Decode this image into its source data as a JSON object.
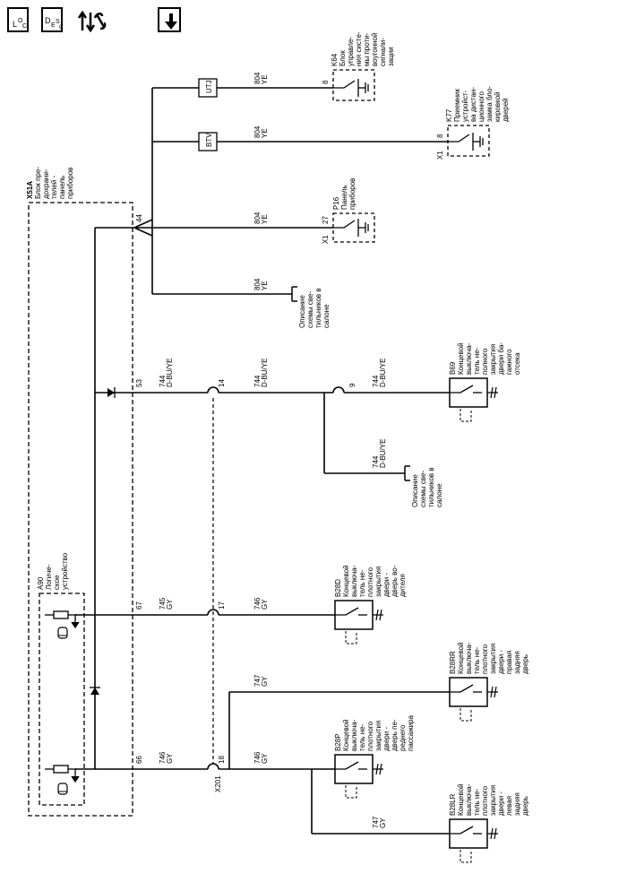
{
  "toolbar": {
    "loc": {
      "main": "L",
      "sub": "O",
      "sub2": "C",
      "icon": "location-icon"
    },
    "desc": {
      "main": "D",
      "sub": "E",
      "sub2": "S",
      "sub3": "C",
      "icon": "description-icon"
    },
    "tools_icon": "arrows-wrench-icon",
    "down_icon": "down-arrow-icon"
  },
  "modules": {
    "x51a": {
      "code": "X51A",
      "lines": [
        "Блок пре-",
        "дохрани-",
        "телей -",
        "панель",
        "приборов"
      ]
    },
    "a90": {
      "code": "A90",
      "lines": [
        "Логиче-",
        "ское",
        "устройство"
      ]
    }
  },
  "connector": {
    "x201": "X201"
  },
  "pins": {
    "p44": "44",
    "p53": "53",
    "p67": "67",
    "p66": "66",
    "p14": "14",
    "p17": "17",
    "p18": "18",
    "p9": "9",
    "k64_pin": "8",
    "k77_pin": "8",
    "k77_conn": "X1",
    "p16_pin": "27",
    "p16_conn": "X1"
  },
  "blocks": {
    "utj": "UTJ",
    "btv": "BTV"
  },
  "wires": {
    "w804": {
      "num": "804",
      "color": "YE"
    },
    "w744": {
      "num": "744",
      "color": "D-BU/YE"
    },
    "w745": {
      "num": "745",
      "color": "GY"
    },
    "w746": {
      "num": "746",
      "color": "GY"
    },
    "w747": {
      "num": "747",
      "color": "GY"
    }
  },
  "components": {
    "k64": {
      "code": "K64",
      "lines": [
        "Блок",
        "управле-",
        "ния систе-",
        "мы проти-",
        "воугонной",
        "сигнали-",
        "зации"
      ]
    },
    "k77": {
      "code": "K77",
      "lines": [
        "Приемник",
        "устройст-",
        "ва дистан-",
        "ционного",
        "замка бло-",
        "кировкой",
        "дверей"
      ]
    },
    "p16": {
      "code": "P16",
      "lines": [
        "Панель",
        "приборов"
      ]
    },
    "b69": {
      "code": "B69",
      "lines": [
        "Концевой",
        "выключа-",
        "тель не-",
        "полного",
        "закрытия",
        "двери ба-",
        "гажного",
        "отсека"
      ]
    },
    "b28d": {
      "code": "B28D",
      "lines": [
        "Концевой",
        "выключа-",
        "тель не-",
        "плотного",
        "закрытия",
        "двери -",
        "дверь во-",
        "дителя"
      ]
    },
    "b28rr": {
      "code": "B28RR",
      "lines": [
        "Концевой",
        "выключа-",
        "тель не-",
        "плотного",
        "закрытия",
        "двери -",
        "правая",
        "задняя",
        "дверь"
      ]
    },
    "b28p": {
      "code": "B28P",
      "lines": [
        "Концевой",
        "выключа-",
        "тель не-",
        "плотного",
        "закрытия",
        "двери -",
        "дверь пе-",
        "реднего",
        "пассажира"
      ]
    },
    "b28lr": {
      "code": "B28LR",
      "lines": [
        "Концевой",
        "выключа-",
        "тель не-",
        "плотного",
        "закрытия",
        "двери -",
        "левая",
        "задняя",
        "дверь"
      ]
    }
  },
  "refs": {
    "light1": [
      "Описание",
      "схемы све-",
      "тильников в",
      "салоне"
    ],
    "light2": [
      "Описание",
      "схемы све-",
      "тильников в",
      "салоне"
    ]
  }
}
